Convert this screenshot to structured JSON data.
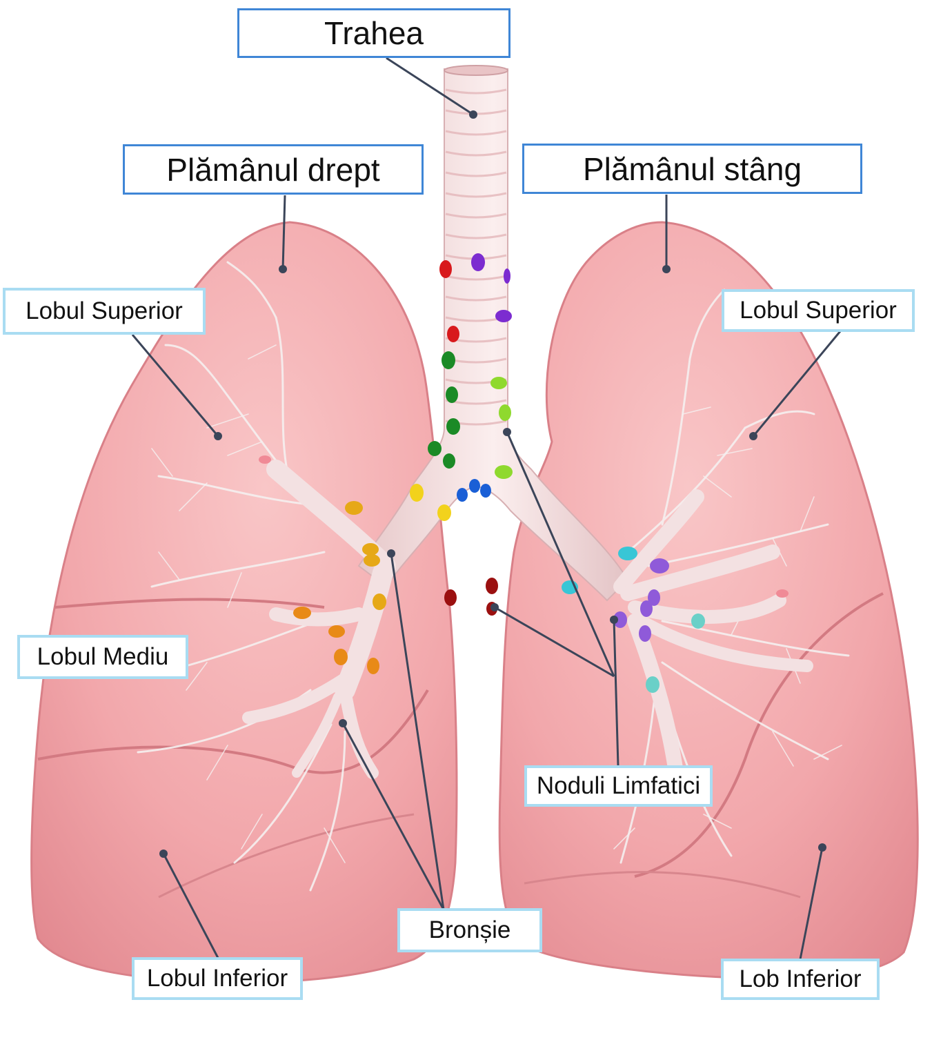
{
  "labels": {
    "trachea": "Trahea",
    "right_lung": "Plămânul drept",
    "left_lung": "Plămânul stâng",
    "right_upper_lobe": "Lobul Superior",
    "left_upper_lobe": "Lobul Superior",
    "right_middle_lobe": "Lobul Mediu",
    "lymph_nodes": "Noduli Limfatici",
    "bronchus": "Bronșie",
    "right_lower_lobe": "Lobul Inferior",
    "left_lower_lobe": "Lob Inferior"
  },
  "colors": {
    "primary_border": "#3f86d6",
    "secondary_border": "#a9dcf2",
    "lung_fill": "#f2a9ad",
    "lung_edge": "#d87c82",
    "airway_fill": "#f7e4e4",
    "leader_line": "#3b4559"
  },
  "lymph_node_colors": [
    "#d8191c",
    "#7c2cd0",
    "#1b8a26",
    "#8fd92e",
    "#f2d21c",
    "#e6a817",
    "#e88a17",
    "#1a5fd6",
    "#38c6d6",
    "#9b1010"
  ]
}
